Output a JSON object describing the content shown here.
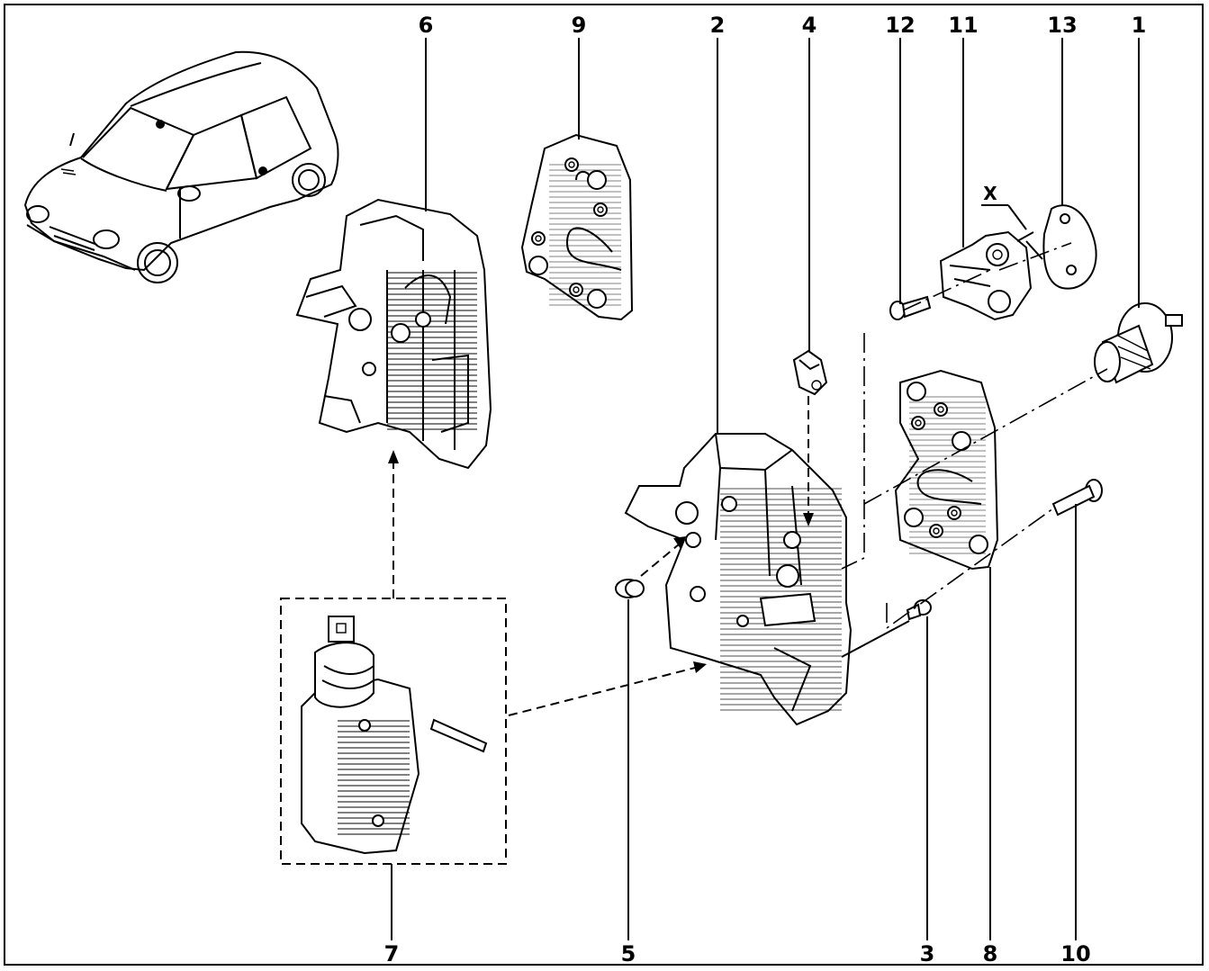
{
  "diagram": {
    "callouts": [
      "6",
      "9",
      "2",
      "4",
      "12",
      "11",
      "13",
      "1",
      "7",
      "5",
      "3",
      "8",
      "10",
      "X"
    ]
  }
}
